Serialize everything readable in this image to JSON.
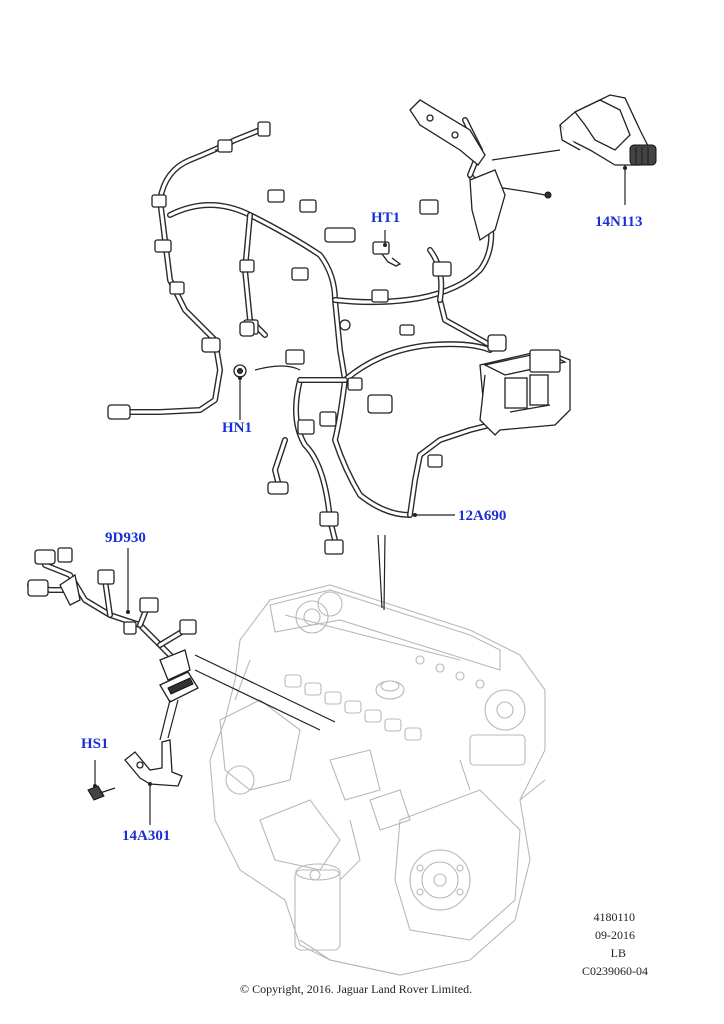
{
  "callouts": {
    "ht1": "HT1",
    "n14n113": "14N113",
    "hn1": "HN1",
    "n12a690": "12A690",
    "n9d930": "9D930",
    "hs1": "HS1",
    "n14a301": "14A301"
  },
  "meta": {
    "code": "4180110",
    "date": "09-2016",
    "lang": "LB",
    "ref": "C0239060-04"
  },
  "copyright": "© Copyright, 2016. Jaguar Land Rover Limited.",
  "colors": {
    "callout_blue": "#1a2fd6",
    "line_black": "#222222",
    "engine_grey": "#b8b8b8"
  }
}
